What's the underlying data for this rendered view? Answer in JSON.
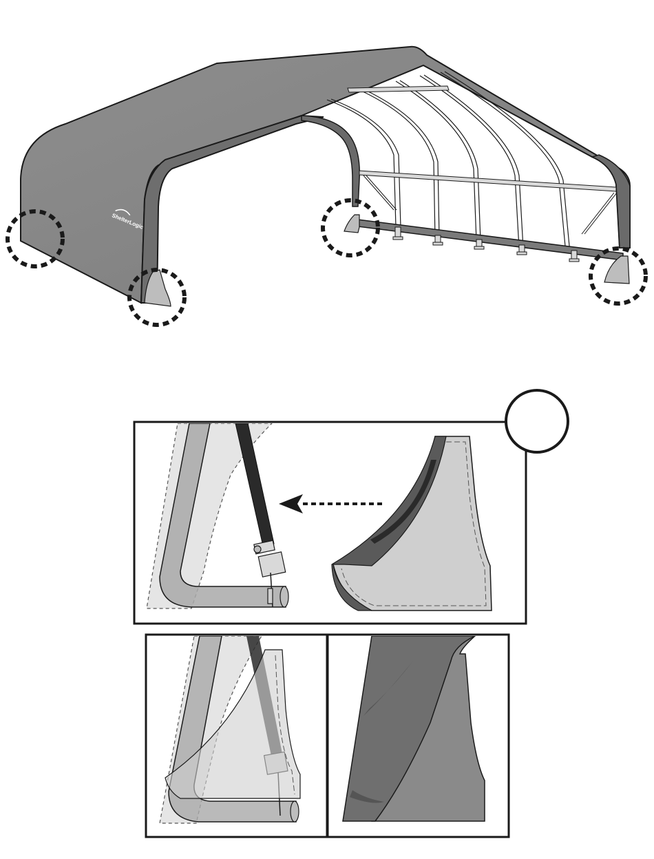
{
  "brand_logo": {
    "text": "ShelterLogic"
  },
  "step_badge": {
    "number": ""
  },
  "colors": {
    "cover": "#8a8a8a",
    "cover_dark": "#6f6f6f",
    "frame": "#d9d9d9",
    "outline": "#1a1a1a",
    "corner_panel": "#cfcfcf",
    "corner_trim": "#5a5a5a",
    "strap": "#2a2a2a"
  },
  "icons": {
    "arrow": "dashed-left-arrow",
    "callout": "dashed-circle-callout"
  }
}
